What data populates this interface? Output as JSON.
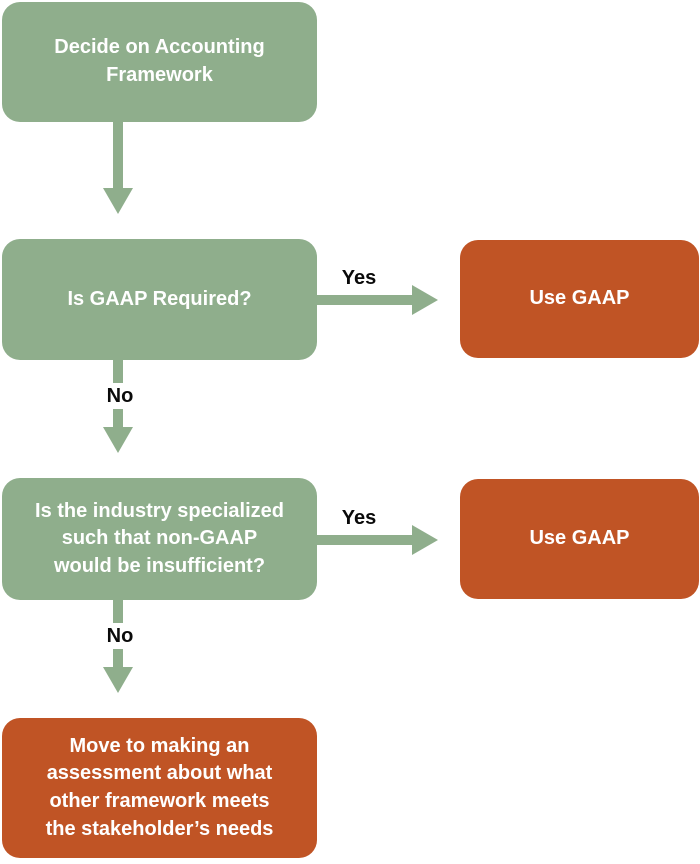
{
  "title": "Decide on Accounting Framework flowchart",
  "colors": {
    "node_green": "#8FAE8C",
    "node_orange": "#C05425",
    "arrow": "#8FAE8C",
    "node_text": "#FFFFFF",
    "label_text": "#0A0A0A",
    "background": "#FFFFFF"
  },
  "chart_data": {
    "type": "flowchart",
    "nodes": {
      "start": {
        "text": "Decide on Accounting\nFramework",
        "kind": "process",
        "color": "#8FAE8C"
      },
      "q_gaap_required": {
        "text": "Is GAAP Required?",
        "kind": "decision",
        "color": "#8FAE8C"
      },
      "q_industry_specialized": {
        "text": "Is the industry specialized\nsuch that non-GAAP\nwould be insufficient?",
        "kind": "decision",
        "color": "#8FAE8C"
      },
      "use_gaap_1": {
        "text": "Use GAAP",
        "kind": "result",
        "color": "#C05425"
      },
      "use_gaap_2": {
        "text": "Use GAAP",
        "kind": "result",
        "color": "#C05425"
      },
      "other_framework": {
        "text": "Move to making an\nassessment about what\nother framework meets\nthe stakeholder’s needs",
        "kind": "result",
        "color": "#C05425"
      }
    },
    "edges": [
      {
        "from": "start",
        "to": "q_gaap_required",
        "label": ""
      },
      {
        "from": "q_gaap_required",
        "to": "use_gaap_1",
        "label": "Yes"
      },
      {
        "from": "q_gaap_required",
        "to": "q_industry_specialized",
        "label": "No"
      },
      {
        "from": "q_industry_specialized",
        "to": "use_gaap_2",
        "label": "Yes"
      },
      {
        "from": "q_industry_specialized",
        "to": "other_framework",
        "label": "No"
      }
    ]
  }
}
